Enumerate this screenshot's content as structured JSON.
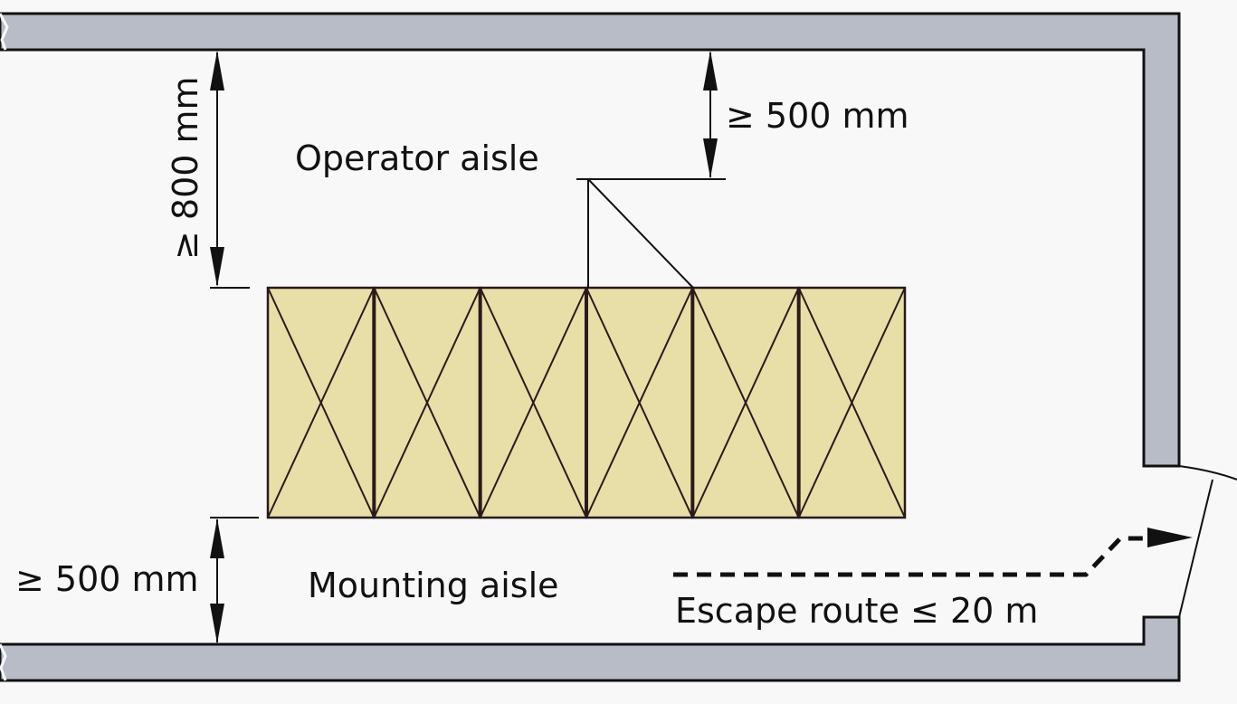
{
  "labels": {
    "operator_aisle": "Operator aisle",
    "mounting_aisle": "Mounting aisle",
    "escape_route": "Escape route ≤ 20 m",
    "dim_top_left": "≥ 800 mm",
    "dim_top_right": "≥ 500 mm",
    "dim_bottom_left": "≥ 500 mm"
  },
  "switchgear": {
    "panel_count": 6
  },
  "colors": {
    "wall": "#b7bcc6",
    "panel_fill": "#e8dfa8",
    "panel_stroke": "#2a1a1a",
    "background": "#f8f8f8"
  }
}
